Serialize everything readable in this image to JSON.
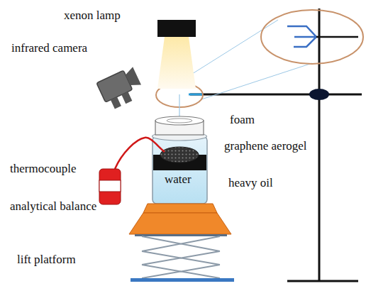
{
  "diagram": {
    "labels": [
      "xenon lamp",
      "infrared camera",
      "foam",
      "graphene aerogel",
      "thermocouple",
      "water",
      "heavy oil",
      "analytical balance",
      "lift platform"
    ]
  }
}
